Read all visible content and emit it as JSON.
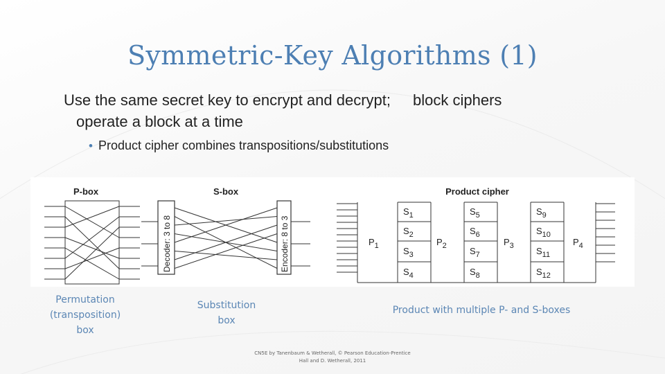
{
  "slide": {
    "title": "Symmetric-Key Algorithms (1)",
    "body_line_1a": "Use the same secret key to encrypt and decrypt;",
    "body_line_1b": "block ciphers",
    "body_line_2": "operate a block at a time",
    "bullet": "Product cipher combines transpositions/substitutions"
  },
  "figure": {
    "pbox_label": "P-box",
    "sbox_label": "S-box",
    "product_label": "Product cipher",
    "decoder_label": "Decoder: 3 to 8",
    "encoder_label": "Encoder: 8 to 3",
    "p_stages": [
      "P",
      "P",
      "P",
      "P"
    ],
    "p_subs": [
      "1",
      "2",
      "3",
      "4"
    ],
    "s_columns": [
      {
        "letters": [
          "S",
          "S",
          "S",
          "S"
        ],
        "subs": [
          "1",
          "2",
          "3",
          "4"
        ]
      },
      {
        "letters": [
          "S",
          "S",
          "S",
          "S"
        ],
        "subs": [
          "5",
          "6",
          "7",
          "8"
        ]
      },
      {
        "letters": [
          "S",
          "S",
          "S",
          "S"
        ],
        "subs": [
          "9",
          "10",
          "11",
          "12"
        ]
      }
    ]
  },
  "captions": {
    "pbox": [
      "Permutation",
      "(transposition)",
      "box"
    ],
    "sbox": [
      "Substitution",
      "box"
    ],
    "product": "Product with multiple P- and S-boxes"
  },
  "footer": {
    "line1": "CN5E by Tanenbaum & Wetherall, © Pearson Education-Prentice",
    "line2": "Hall and D. Wetherall, 2011"
  },
  "colors": {
    "title": "#4d7fb3",
    "caption": "#5b86b4",
    "diagram_line": "#333333"
  }
}
